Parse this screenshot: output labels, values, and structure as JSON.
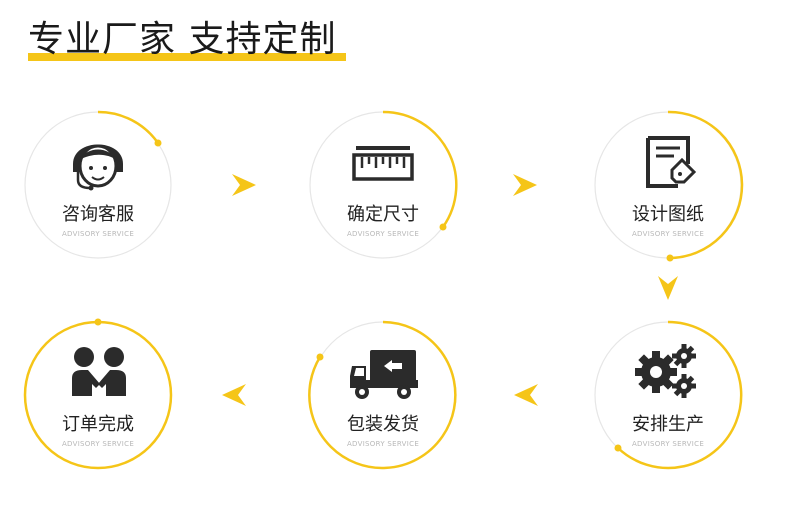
{
  "header": {
    "title": "专业厂家 支持定制"
  },
  "colors": {
    "accent": "#f5c518",
    "icon": "#2b2b2b",
    "ring": "#e6e6e6"
  },
  "steps": [
    {
      "label": "咨询客服",
      "sub": "ADVISORY SERVICE",
      "icon": "customer-service-icon"
    },
    {
      "label": "确定尺寸",
      "sub": "ADVISORY SERVICE",
      "icon": "ruler-icon"
    },
    {
      "label": "设计图纸",
      "sub": "ADVISORY SERVICE",
      "icon": "design-drawing-icon"
    },
    {
      "label": "安排生产",
      "sub": "ADVISORY SERVICE",
      "icon": "gears-icon"
    },
    {
      "label": "包装发货",
      "sub": "ADVISORY SERVICE",
      "icon": "delivery-truck-icon"
    },
    {
      "label": "订单完成",
      "sub": "ADVISORY SERVICE",
      "icon": "handshake-icon"
    }
  ],
  "arrows": [
    "arrow-right-icon",
    "arrow-right-icon",
    "arrow-down-icon",
    "arrow-left-icon",
    "arrow-left-icon"
  ]
}
